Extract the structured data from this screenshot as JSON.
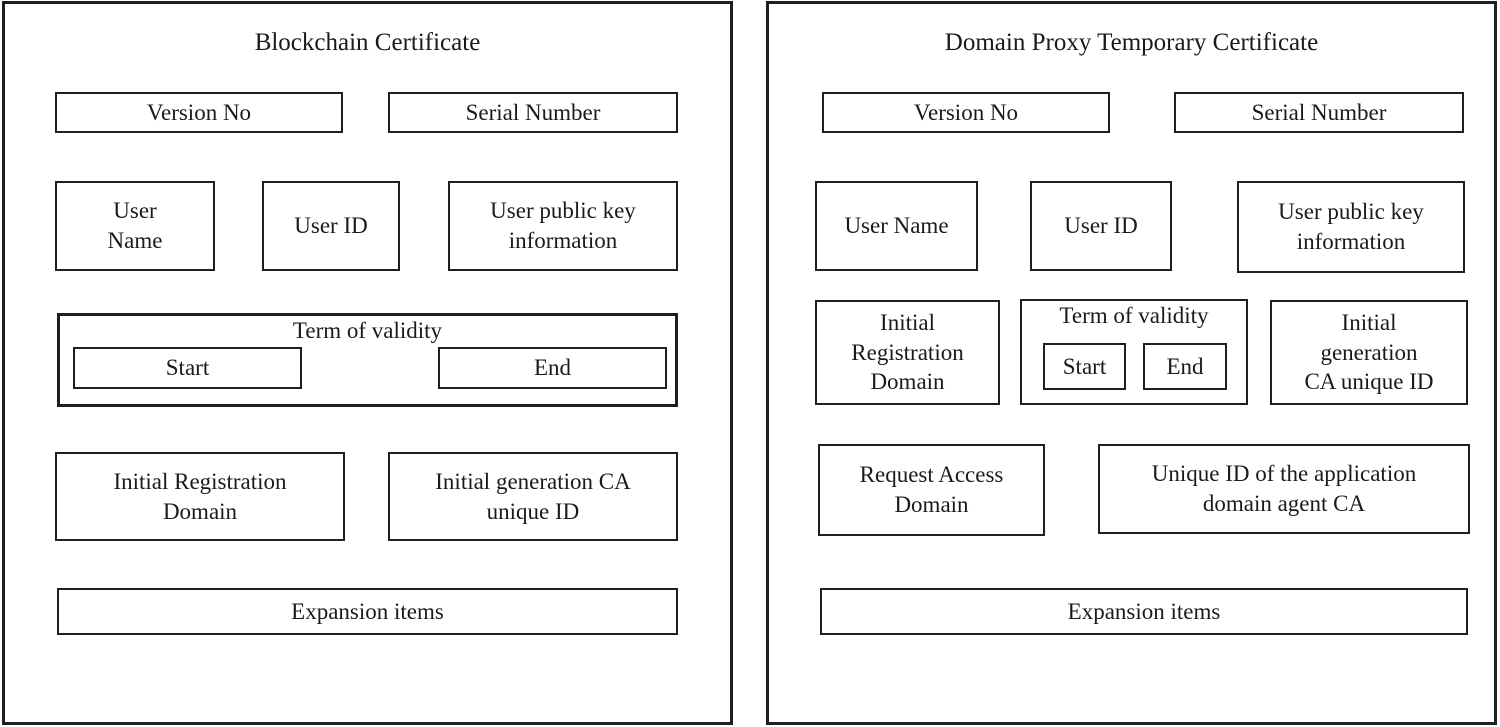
{
  "left_panel": {
    "title": "Blockchain Certificate",
    "boxes": {
      "version": "Version No",
      "serial": "Serial Number",
      "user_name": "User\nName",
      "user_id": "User ID",
      "user_public_key": "User public key\ninformation",
      "term_of_validity": "Term of validity",
      "start": "Start",
      "end": "End",
      "initial_registration_domain": "Initial Registration\nDomain",
      "initial_generation_ca": "Initial generation CA\nunique ID",
      "expansion_items": "Expansion items"
    }
  },
  "right_panel": {
    "title": "Domain Proxy Temporary Certificate",
    "boxes": {
      "version": "Version No",
      "serial": "Serial Number",
      "user_name": "User Name",
      "user_id": "User ID",
      "user_public_key": "User public key\ninformation",
      "initial_registration_domain": "Initial\nRegistration\nDomain",
      "term_of_validity": "Term of validity",
      "start": "Start",
      "end": "End",
      "initial_generation_ca": "Initial\ngeneration\nCA unique ID",
      "request_access_domain": "Request Access\nDomain",
      "unique_id_application_ca": "Unique ID of the application\ndomain agent CA",
      "expansion_items": "Expansion items"
    }
  },
  "colors": {
    "border": "#1f1f1f",
    "background": "#ffffff",
    "text": "#1a1a1a"
  }
}
